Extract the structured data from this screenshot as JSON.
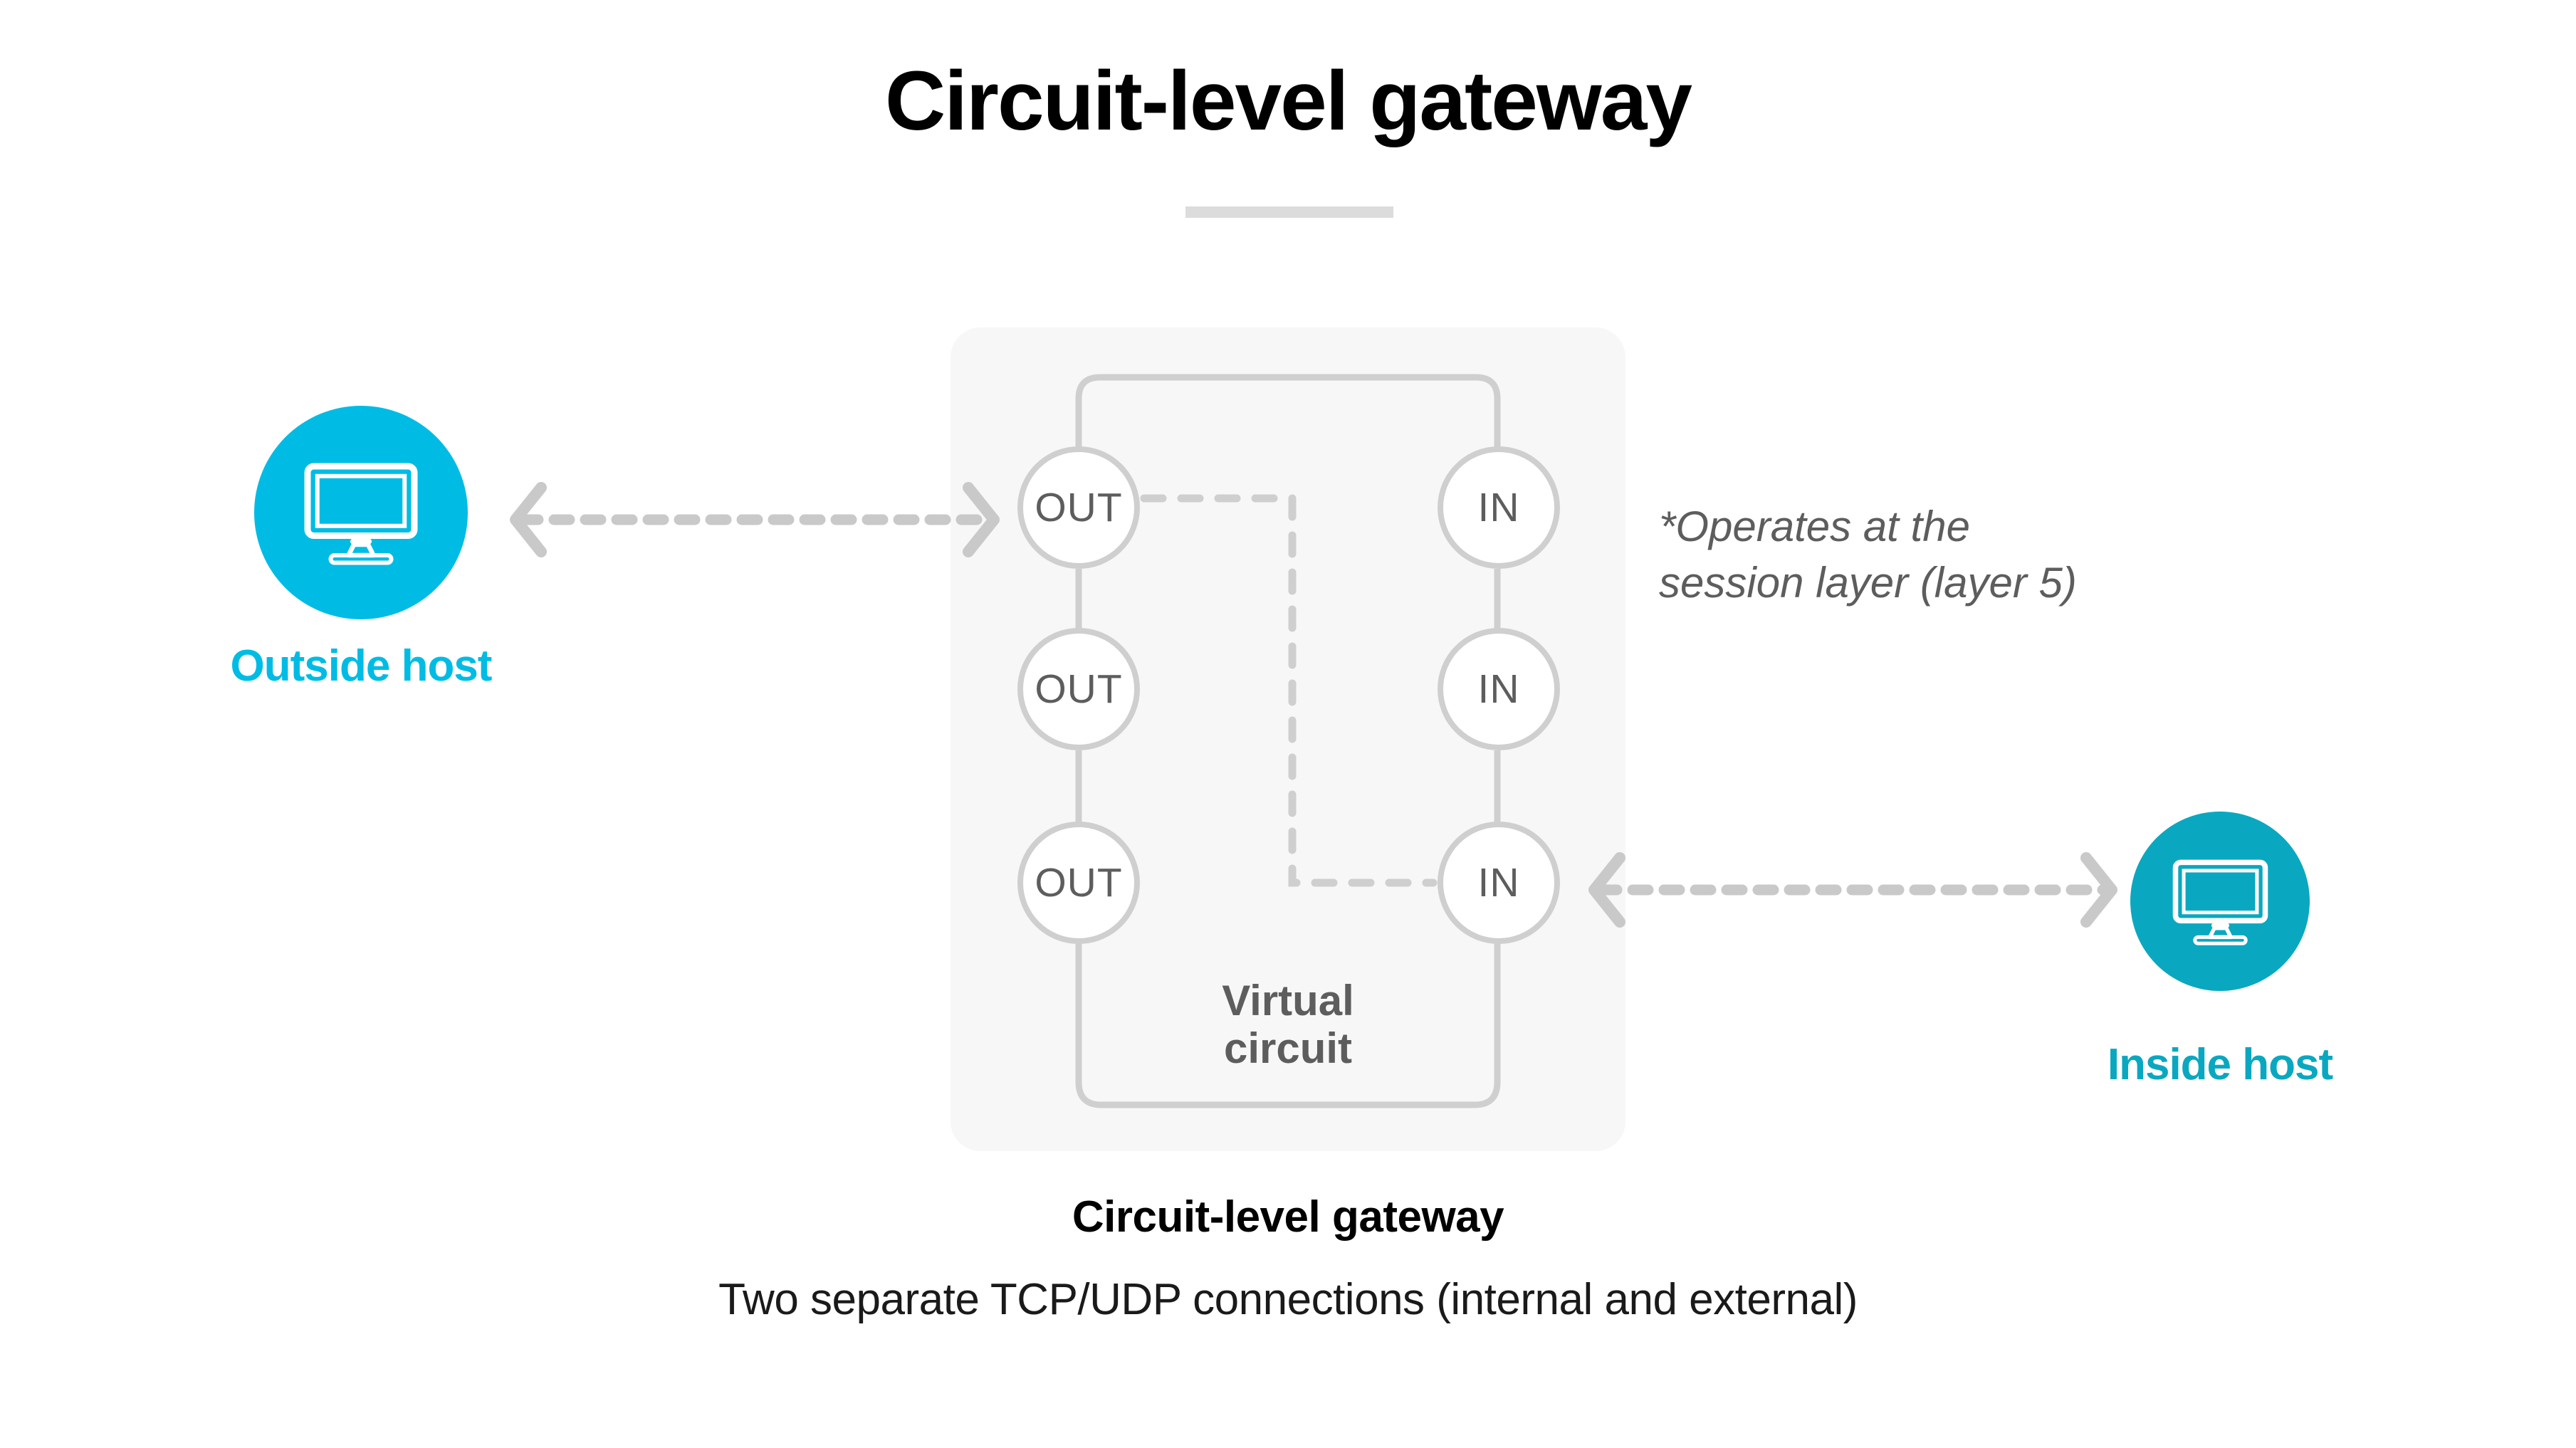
{
  "title": "Circuit-level gateway",
  "divider": {
    "color": "#dcdcdc"
  },
  "colors": {
    "outside_host": "#00bce4",
    "inside_host": "#0aa8c0",
    "panel_background": "#f7f7f7",
    "line_gray": "#cfcfcf",
    "text_gray": "#5d5d5d"
  },
  "hosts": {
    "outside": {
      "label": "Outside host",
      "icon": "monitor-icon"
    },
    "inside": {
      "label": "Inside host",
      "icon": "monitor-icon"
    }
  },
  "gateway": {
    "out_nodes": [
      "OUT",
      "OUT",
      "OUT"
    ],
    "in_nodes": [
      "IN",
      "IN",
      "IN"
    ],
    "virtual_circuit_label_line1": "Virtual",
    "virtual_circuit_label_line2": "circuit"
  },
  "note": {
    "line1": "*Operates at the",
    "line2": "session layer (layer 5)"
  },
  "caption": {
    "title": "Circuit-level gateway",
    "subtitle": "Two separate TCP/UDP connections (internal and external)"
  },
  "arrows": {
    "left": "bidirectional-dashed-arrow",
    "right": "bidirectional-dashed-arrow"
  }
}
